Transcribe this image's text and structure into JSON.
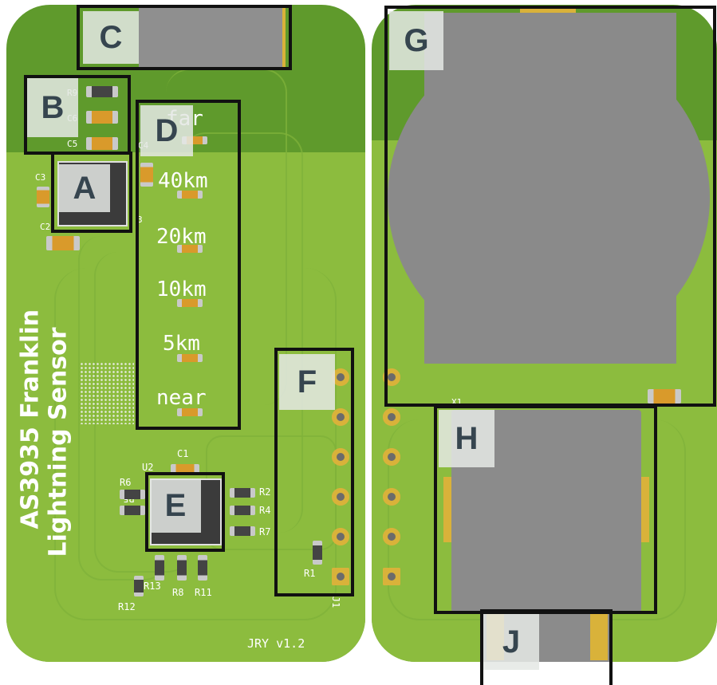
{
  "left_board": {
    "title_line1": "AS3935 Franklin",
    "title_line2": "Lightning Sensor",
    "version": "JRY v1.2",
    "distance_labels": [
      "far",
      "40km",
      "20km",
      "10km",
      "5km",
      "near"
    ],
    "component_labels": {
      "r9": "R9",
      "c6": "C6",
      "c5": "C5",
      "c4": "C4",
      "c3": "C3",
      "c2": "C2",
      "u3": "3",
      "c1": "C1",
      "u2": "U2",
      "r6": "R6",
      "r5": "R5",
      "r2": "R2",
      "r4": "R4",
      "r7": "R7",
      "r13": "R13",
      "r8": "R8",
      "r11": "R11",
      "r12": "R12",
      "r1": "R1",
      "j1": "J1"
    }
  },
  "right_board": {
    "crystal_label": "X1"
  },
  "region_labels": {
    "A": "A",
    "B": "B",
    "C": "C",
    "D": "D",
    "E": "E",
    "F": "F",
    "G": "G",
    "H": "H",
    "J": "J"
  },
  "colors": {
    "pcb_dark": "#5f9a2c",
    "pcb_light": "#8cbc3e",
    "silkscreen": "#ffffff",
    "gold": "#d9b23a",
    "outline": "#111111",
    "label_text": "#36454f"
  }
}
